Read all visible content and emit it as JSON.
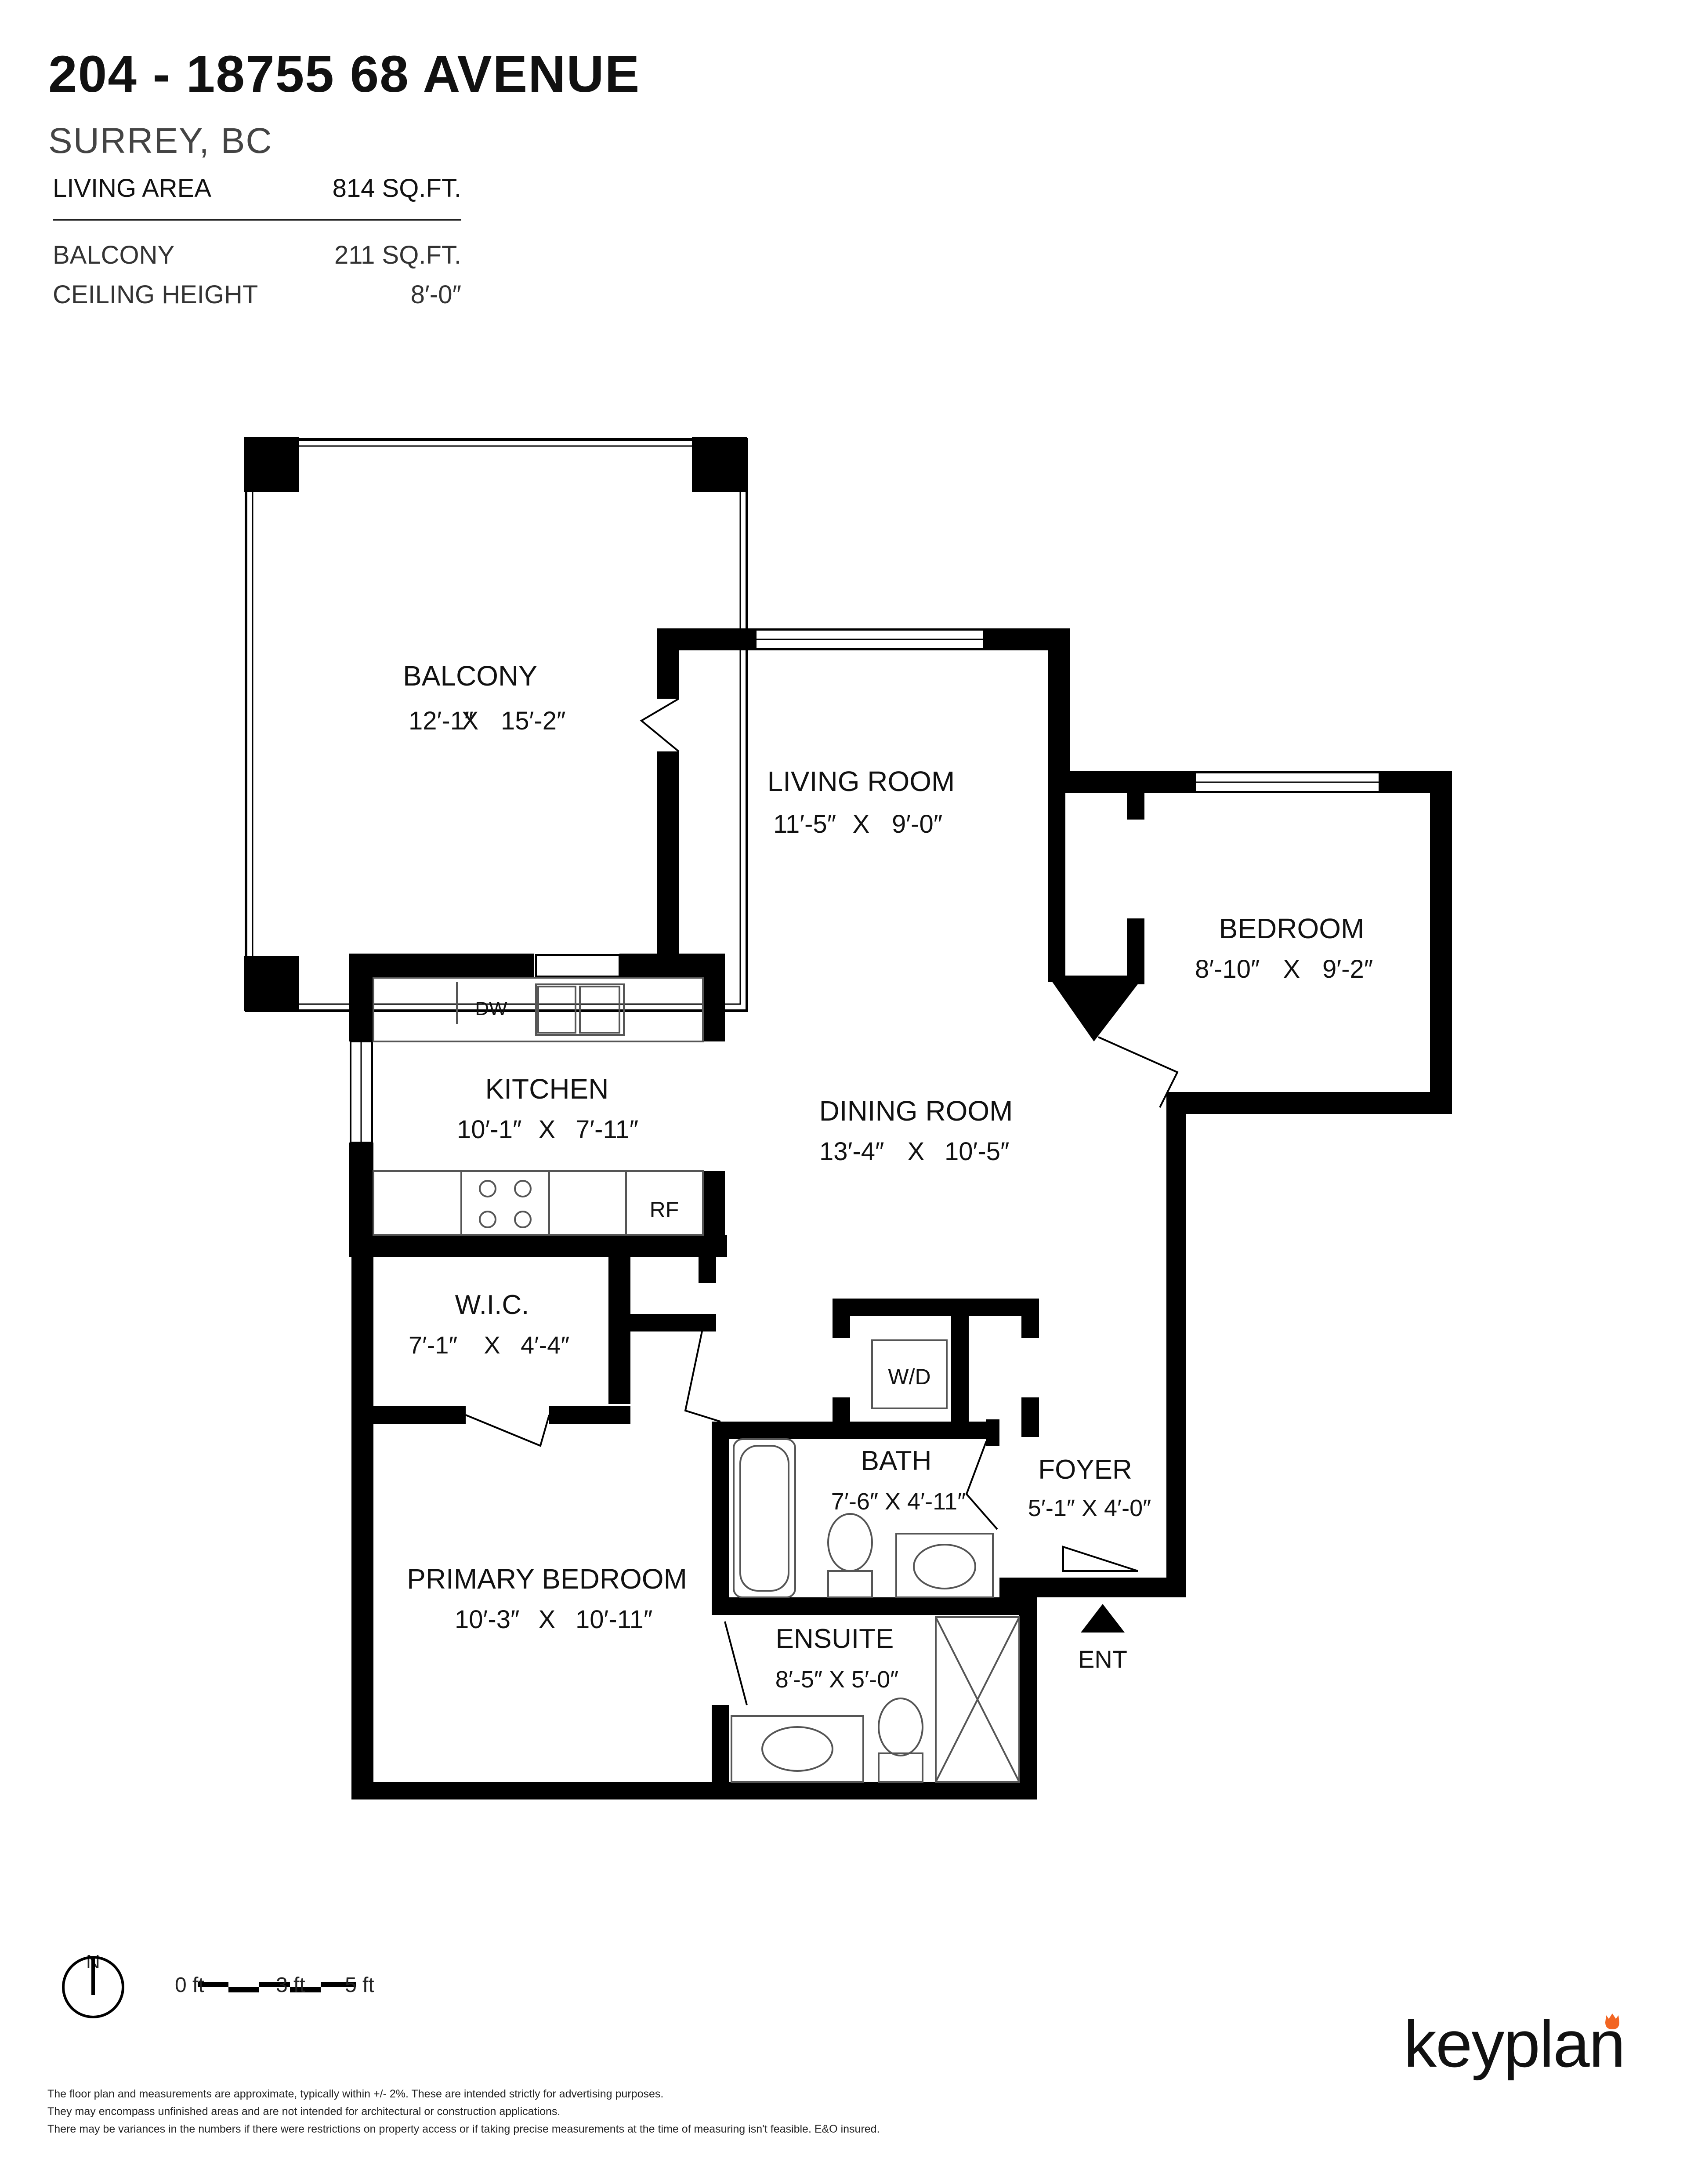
{
  "header": {
    "title": "204 - 18755 68 AVENUE",
    "subtitle": "SURREY, BC"
  },
  "specs": {
    "living_area_label": "LIVING AREA",
    "living_area_value": "814 SQ.FT.",
    "balcony_label": "BALCONY",
    "balcony_value": "211 SQ.FT.",
    "ceiling_label": "CEILING HEIGHT",
    "ceiling_value": "8′-0″"
  },
  "rooms": {
    "balcony": {
      "name": "BALCONY",
      "w": "12′-1″",
      "x": "X",
      "h": "15′-2″"
    },
    "living": {
      "name": "LIVING ROOM",
      "w": "11′-5″",
      "x": "X",
      "h": "9′-0″"
    },
    "bedroom": {
      "name": "BEDROOM",
      "w": "8′-10″",
      "x": "X",
      "h": "9′-2″"
    },
    "kitchen": {
      "name": "KITCHEN",
      "w": "10′-1″",
      "x": "X",
      "h": "7′-11″"
    },
    "dining": {
      "name": "DINING ROOM",
      "w": "13′-4″",
      "x": "X",
      "h": "10′-5″"
    },
    "wic": {
      "name": "W.I.C.",
      "w": "7′-1″",
      "x": "X",
      "h": "4′-4″"
    },
    "bath": {
      "name": "BATH",
      "dims": "7′-6″ X 4′-11″"
    },
    "foyer": {
      "name": "FOYER",
      "dims": "5′-1″ X 4′-0″"
    },
    "primary": {
      "name": "PRIMARY BEDROOM",
      "w": "10′-3″",
      "x": "X",
      "h": "10′-11″"
    },
    "ensuite": {
      "name": "ENSUITE",
      "dims": "8′-5″ X 5′-0″"
    }
  },
  "fixtures": {
    "dw": "DW",
    "rf": "RF",
    "wd": "W/D",
    "ent": "ENT"
  },
  "legend": {
    "north": "N",
    "scale_0": "0 ft",
    "scale_3": "3 ft",
    "scale_5": "5 ft"
  },
  "disclaimer": {
    "line1": "The floor plan and measurements are approximate, typically within +/- 2%. These are intended strictly for advertising purposes.",
    "line2": "They may encompass unfinished areas and are not intended for architectural or construction applications.",
    "line3": "There may be variances in the numbers if there were restrictions on property access or if taking precise measurements at the time of measuring isn't feasible. E&O insured."
  },
  "brand": {
    "name": "keyplan",
    "accent_color": "#f26522"
  },
  "colors": {
    "wall": "#000000",
    "window": "#ffffff",
    "fixture_line": "#555555"
  }
}
